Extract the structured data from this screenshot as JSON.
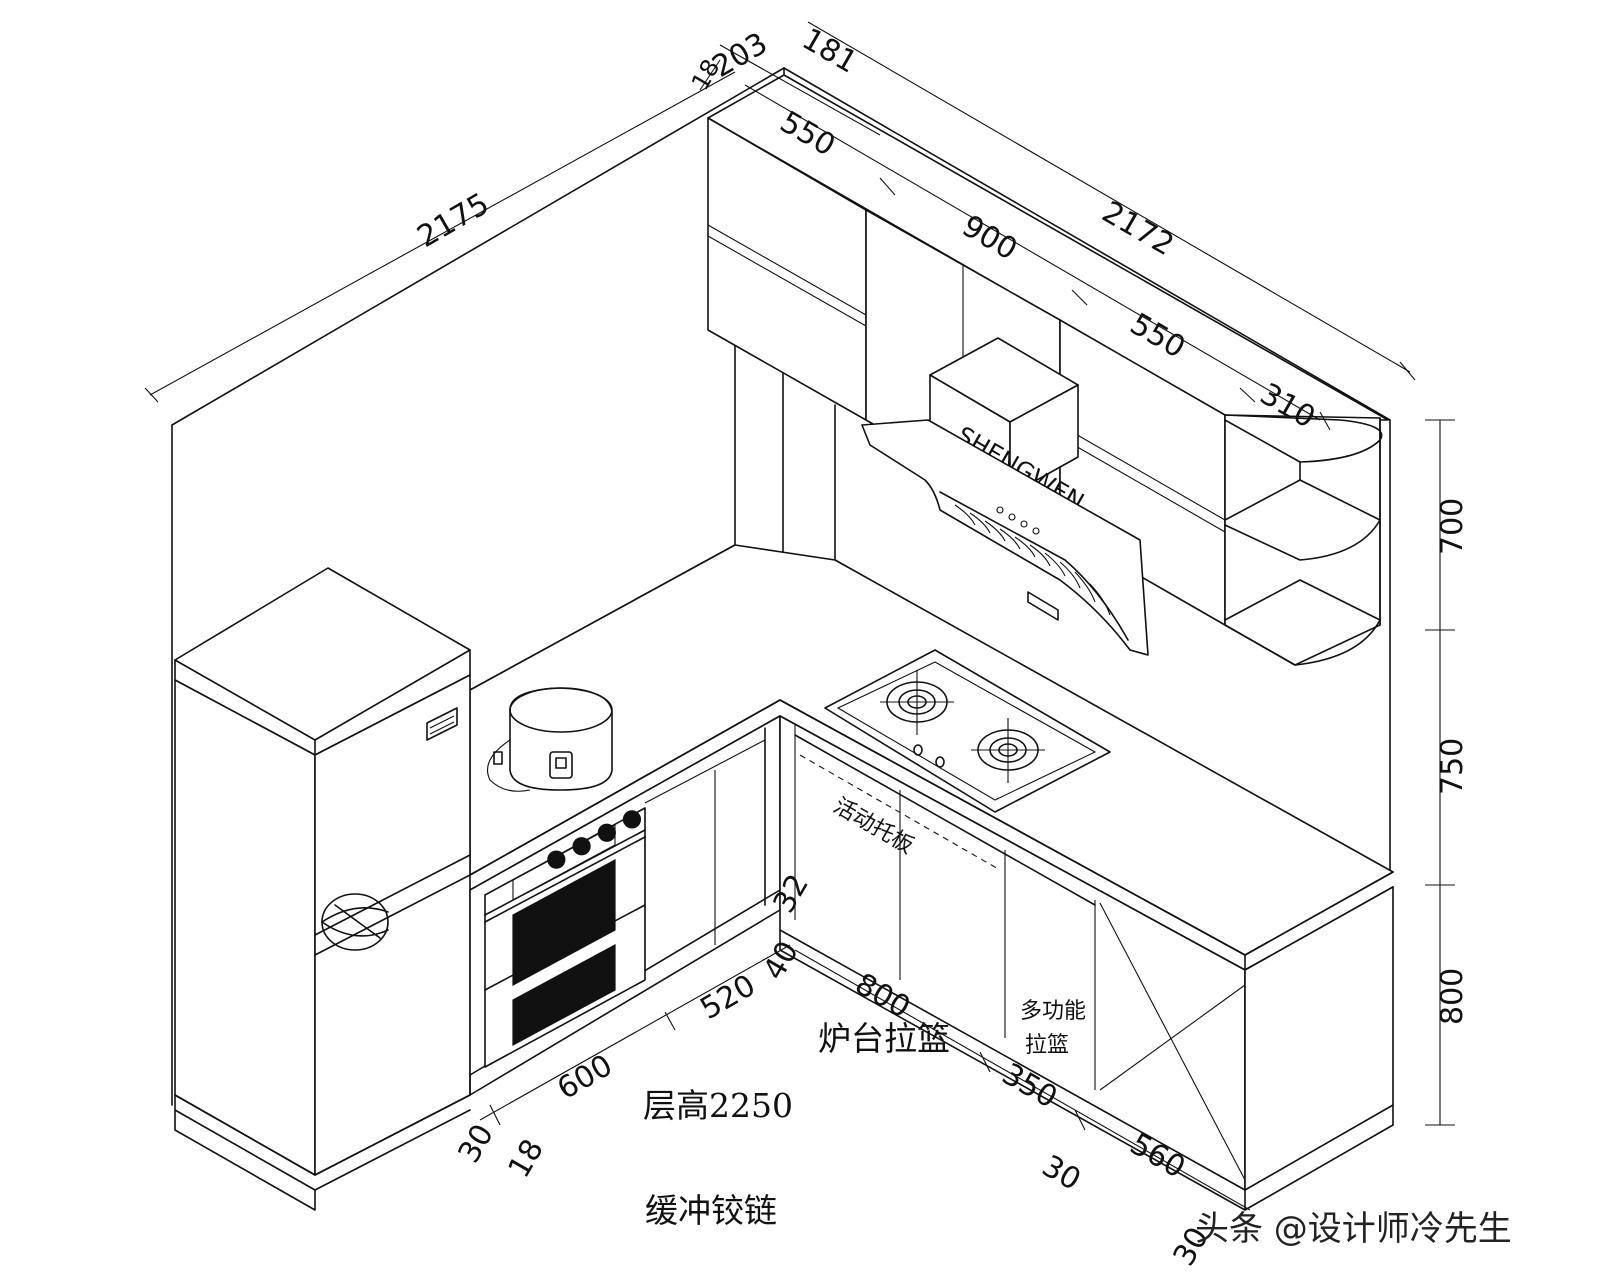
{
  "dimensions": {
    "wall_left_length": "2175",
    "wall_right_length": "2172",
    "top_small_a": "18",
    "top_small_b": "203",
    "top_small_c": "181",
    "upper_cab_1": "550",
    "upper_cab_2": "900",
    "upper_cab_3": "550",
    "upper_cab_4": "310",
    "height_upper": "700",
    "height_middle": "750",
    "height_base": "800",
    "base_600": "600",
    "base_520": "520",
    "corner_40": "40",
    "corner_32": "32",
    "base_800": "800",
    "base_350": "350",
    "base_560": "560",
    "gap_30_left": "30",
    "gap_18": "18",
    "gap_30_mid": "30",
    "gap_30_bottom": "30"
  },
  "labels": {
    "movable_shelf": "活动托板",
    "stove_basket": "炉台拉篮",
    "multi_basket_line1": "多功能",
    "multi_basket_line2": "拉篮",
    "floor_height": "层高2250",
    "soft_hinge": "缓冲铰链"
  },
  "watermark": "头条 @设计师冷先生"
}
